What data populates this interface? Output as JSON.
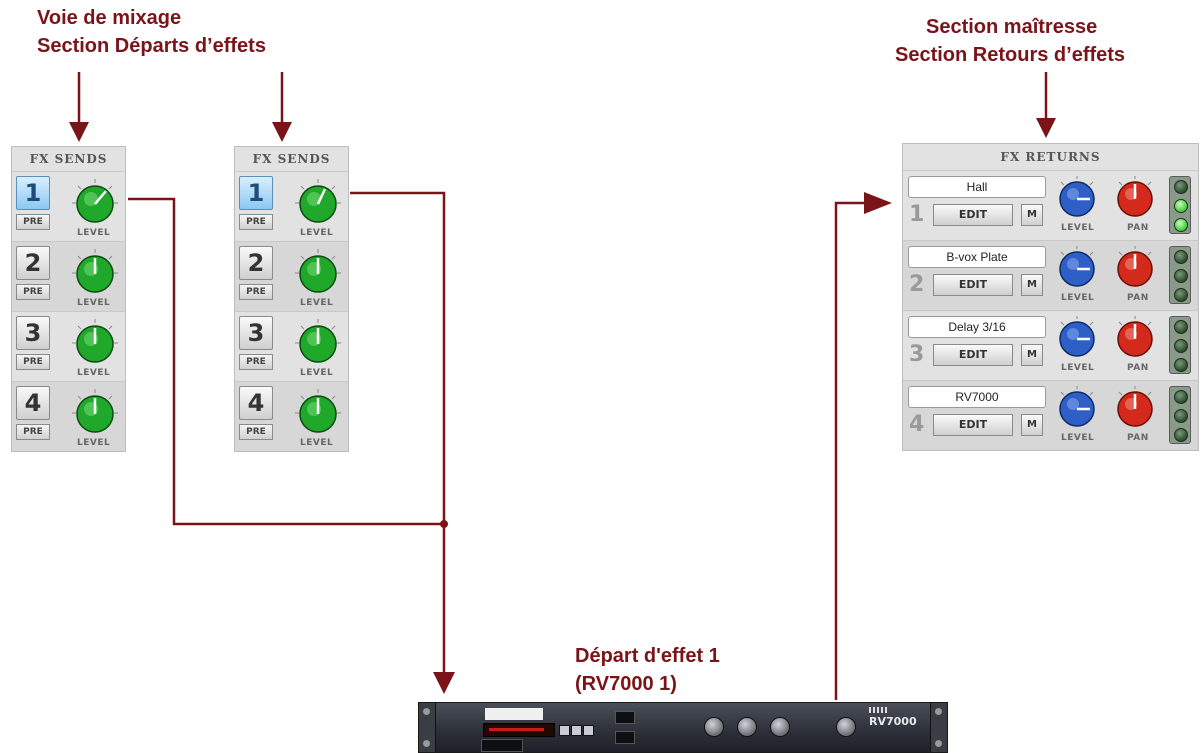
{
  "captions": {
    "mixer_line1": "Voie de mixage",
    "mixer_line2": "Section Départs d’effets",
    "master_line1": "Section maîtresse",
    "master_line2": "Section Retours d’effets",
    "fx_line1": "Départ d'effet 1",
    "fx_line2": "(RV7000 1)"
  },
  "fx_sends": {
    "title": "FX SENDS",
    "pre_label": "PRE",
    "level_label": "LEVEL",
    "channels": [
      "1",
      "2",
      "3",
      "4"
    ]
  },
  "fx_returns": {
    "title": "FX RETURNS",
    "edit_label": "EDIT",
    "mute_label": "M",
    "level_label": "LEVEL",
    "pan_label": "PAN",
    "rows": [
      {
        "number": "1",
        "name": "Hall"
      },
      {
        "number": "2",
        "name": "B-vox Plate"
      },
      {
        "number": "3",
        "name": "Delay 3/16"
      },
      {
        "number": "4",
        "name": "RV7000"
      }
    ]
  },
  "rack": {
    "logo": "RV7000"
  },
  "colors": {
    "caption": "#7a1418",
    "arrow": "#7a1418",
    "knob_send": "#1fa82a",
    "knob_level_return": "#2e5fc7",
    "knob_pan_return": "#d42a1c",
    "selected_button": "#8cc8f2"
  }
}
